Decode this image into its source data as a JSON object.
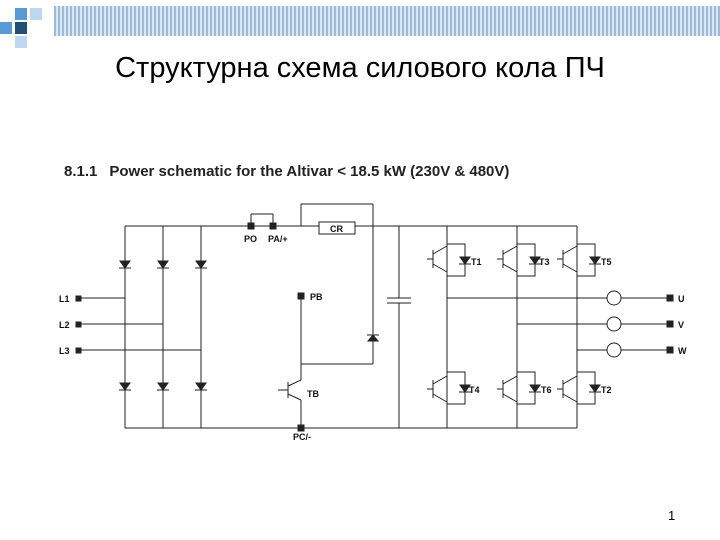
{
  "slide": {
    "title": "Структурна схема силового кола ПЧ",
    "page_number": "1",
    "corner_colors": {
      "dark": "#1f4e79",
      "mid": "#5b9bd5",
      "light": "#bdd7ee"
    }
  },
  "schematic": {
    "section_number": "8.1.1",
    "heading": "Power schematic for the Altivar < 18.5 kW (230V & 480V)",
    "labels": {
      "L1": "L1",
      "L2": "L2",
      "L3": "L3",
      "PO": "PO",
      "PA": "PA/+",
      "CR": "CR",
      "PB": "PB",
      "TB": "TB",
      "PC": "PC/-",
      "T1": "T1",
      "T3": "T3",
      "T5": "T5",
      "T4": "T4",
      "T6": "T6",
      "T2": "T2",
      "U": "U",
      "V": "V",
      "W": "W"
    }
  }
}
